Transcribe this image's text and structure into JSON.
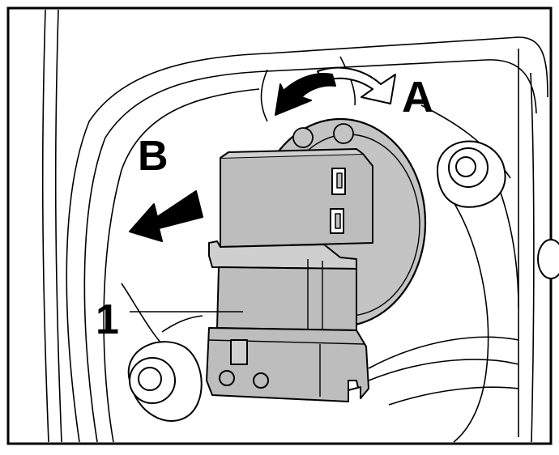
{
  "figure": {
    "labels": {
      "a": "A",
      "b": "B",
      "one": "1"
    }
  },
  "colors": {
    "ink": "#000000",
    "paper": "#ffffff",
    "part_fill": "#bdbdbd",
    "part_shadow": "#a9a9a9",
    "socket_fill": "#c4c4c4"
  }
}
